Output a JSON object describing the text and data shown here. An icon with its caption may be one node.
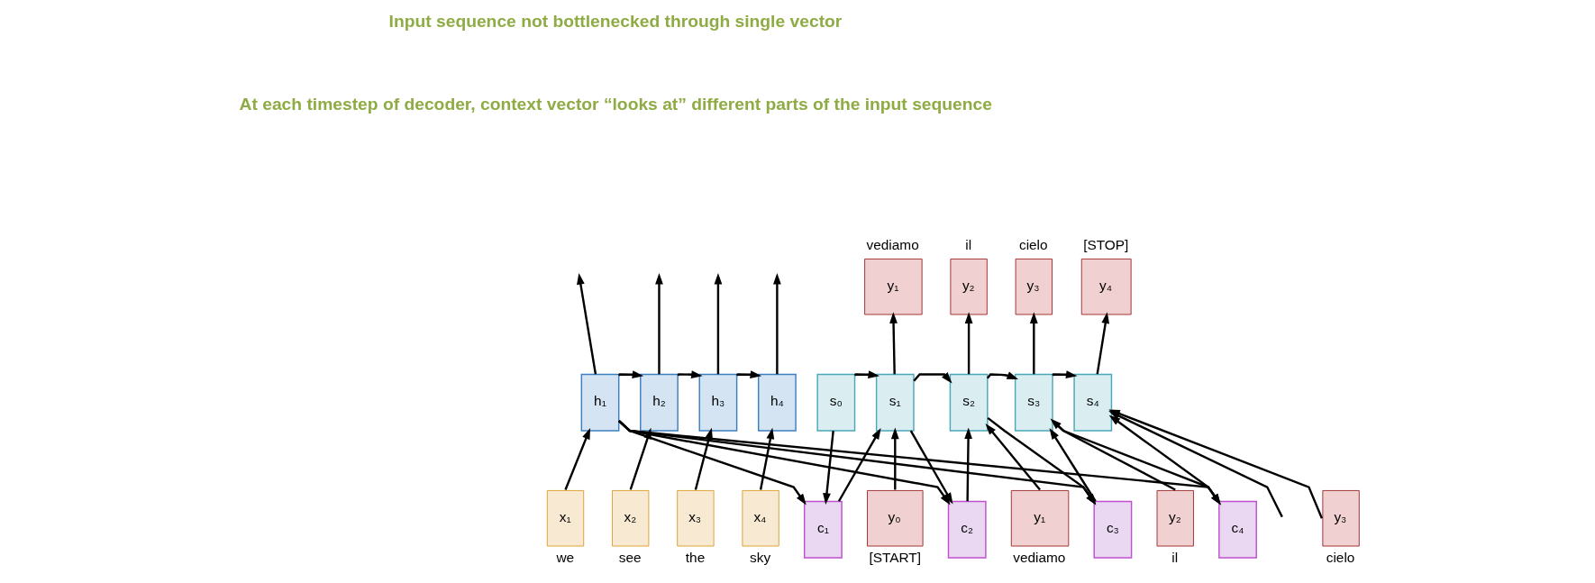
{
  "diagram": {
    "nodes": [
      {
        "text": [
          "h₁"
        ]
      },
      {
        "text": [
          "h₂"
        ]
      },
      {
        "text": [
          "h₃"
        ]
      },
      {
        "text": [
          "h₄"
        ]
      },
      {
        "text": [
          "x₁"
        ],
        "beside": [
          "we"
        ]
      },
      {
        "text": [
          "x₂"
        ],
        "beside": [
          "see"
        ]
      },
      {
        "text": [
          "x₃"
        ],
        "beside": [
          "the"
        ]
      },
      {
        "text": [
          "x₄"
        ],
        "beside": [
          "sky"
        ]
      },
      {
        "text": [
          "s₀"
        ]
      },
      {
        "text": [
          "y₁"
        ],
        "beside": [
          "vediamo"
        ]
      },
      {
        "text": [
          "y₂"
        ],
        "beside": [
          "il"
        ]
      },
      {
        "text": [
          "y₃"
        ],
        "beside": [
          "cielo"
        ]
      },
      {
        "text": [
          "y₄"
        ],
        "beside": [
          "[STOP]"
        ]
      },
      {
        "text": [
          "s₁"
        ]
      },
      {
        "text": [
          "s₂"
        ]
      },
      {
        "text": [
          "s₃"
        ]
      },
      {
        "text": [
          "s₄"
        ]
      },
      {
        "text": [
          "c₁"
        ]
      },
      {
        "text": [
          "y₀"
        ],
        "beside": [
          "[START]"
        ]
      },
      {
        "text": [
          "c₂"
        ]
      },
      {
        "text": [
          "y₁"
        ],
        "beside": [
          "vediamo"
        ]
      },
      {
        "text": [
          "c₃"
        ]
      },
      {
        "text": [
          "y₂"
        ],
        "beside": [
          "il"
        ]
      },
      {
        "text": [
          "c₄"
        ]
      },
      {
        "text": [
          "y₃"
        ],
        "beside": [
          "cielo"
        ]
      }
    ],
    "edges": [
      {
        "from": 4,
        "to": 0,
        "arrow": "to"
      },
      {
        "from": 5,
        "to": 1,
        "arrow": "to"
      },
      {
        "from": 6,
        "to": 2,
        "arrow": "to"
      },
      {
        "from": 7,
        "to": 3,
        "arrow": "to"
      },
      {
        "from": 0,
        "to": 1,
        "arrow": "to"
      },
      {
        "from": 1,
        "to": 2,
        "arrow": "to"
      },
      {
        "from": 2,
        "to": 3,
        "arrow": "to"
      },
      {
        "from": 0,
        "to": null,
        "arrow": "to"
      },
      {
        "from": 1,
        "to": null,
        "arrow": "to"
      },
      {
        "from": 2,
        "to": null,
        "arrow": "to"
      },
      {
        "from": 3,
        "to": null,
        "arrow": "to"
      },
      {
        "from": 0,
        "to": 17,
        "arrow": "to"
      },
      {
        "from": 0,
        "to": 19,
        "arrow": "to"
      },
      {
        "from": 0,
        "to": 21,
        "arrow": "to"
      },
      {
        "from": 0,
        "to": 23,
        "arrow": "to"
      },
      {
        "from": 8,
        "to": 13,
        "arrow": "to"
      },
      {
        "from": 8,
        "to": 17,
        "arrow": "to"
      },
      {
        "from": 13,
        "to": 14,
        "arrow": "to"
      },
      {
        "from": 14,
        "to": 15,
        "arrow": "to"
      },
      {
        "from": 15,
        "to": 16,
        "arrow": "to"
      },
      {
        "from": 13,
        "to": 9,
        "arrow": "to"
      },
      {
        "from": 14,
        "to": 10,
        "arrow": "to"
      },
      {
        "from": 15,
        "to": 11,
        "arrow": "to"
      },
      {
        "from": 16,
        "to": 12,
        "arrow": "to"
      },
      {
        "from": 17,
        "to": 13,
        "arrow": "to"
      },
      {
        "from": 18,
        "to": 13,
        "arrow": "to"
      },
      {
        "from": 13,
        "to": 19,
        "arrow": "to"
      },
      {
        "from": 19,
        "to": 14,
        "arrow": "to"
      },
      {
        "from": 20,
        "to": 14,
        "arrow": "to"
      },
      {
        "from": 14,
        "to": 21,
        "arrow": "to"
      },
      {
        "from": 21,
        "to": 15,
        "arrow": "to"
      },
      {
        "from": 22,
        "to": 15,
        "arrow": "to"
      },
      {
        "from": 15,
        "to": 23,
        "arrow": "to"
      },
      {
        "from": 23,
        "to": 16,
        "arrow": "to"
      },
      {
        "from": null,
        "to": 16,
        "arrow": "to"
      },
      {
        "from": 24,
        "to": 16,
        "arrow": "to"
      }
    ],
    "labels": [
      "Input sequence not bottlenecked through single vector",
      "At each timestep of decoder, context vector “looks at” different parts of the input sequence"
    ]
  }
}
